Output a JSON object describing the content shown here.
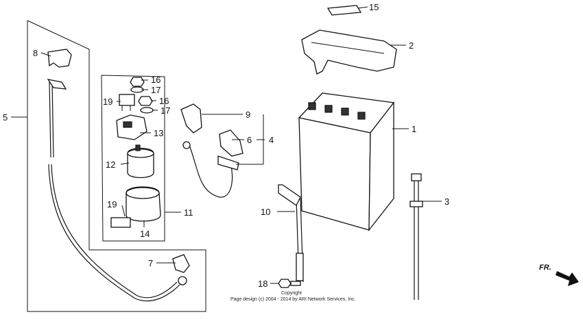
{
  "diagram": {
    "copyright_line1": "Copyright",
    "copyright_line2": "Page design (c) 2004 - 2014 by ARI Network Services, Inc.",
    "direction_label": "FR.",
    "callouts": [
      {
        "id": "c15",
        "label": "15"
      },
      {
        "id": "c2",
        "label": "2"
      },
      {
        "id": "c1",
        "label": "1"
      },
      {
        "id": "c3",
        "label": "3"
      },
      {
        "id": "c4",
        "label": "4"
      },
      {
        "id": "c5",
        "label": "5"
      },
      {
        "id": "c6",
        "label": "6"
      },
      {
        "id": "c7",
        "label": "7"
      },
      {
        "id": "c8",
        "label": "8"
      },
      {
        "id": "c9",
        "label": "9"
      },
      {
        "id": "c10",
        "label": "10"
      },
      {
        "id": "c11",
        "label": "11"
      },
      {
        "id": "c12",
        "label": "12"
      },
      {
        "id": "c13",
        "label": "13"
      },
      {
        "id": "c14",
        "label": "14"
      },
      {
        "id": "c16a",
        "label": "16"
      },
      {
        "id": "c16b",
        "label": "16"
      },
      {
        "id": "c17a",
        "label": "17"
      },
      {
        "id": "c17b",
        "label": "17"
      },
      {
        "id": "c18",
        "label": "18"
      },
      {
        "id": "c19a",
        "label": "19"
      },
      {
        "id": "c19b",
        "label": "19"
      }
    ]
  }
}
